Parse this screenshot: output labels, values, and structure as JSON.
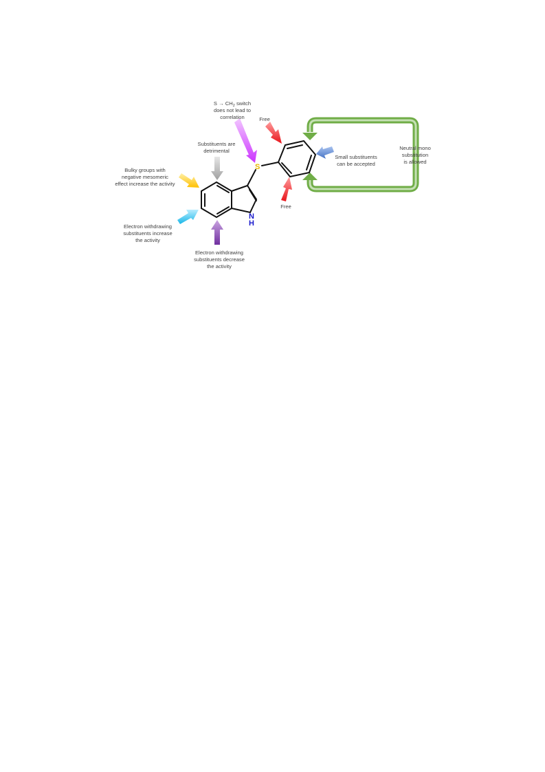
{
  "atoms": {
    "sulfur": "S",
    "nh_n": "N",
    "nh_h": "H"
  },
  "annotations": {
    "s_switch": {
      "prefix": "S → CH",
      "subscript": "2",
      "suffix": " switch",
      "line2": "does not lead to",
      "line3": "correlation"
    },
    "free_top": "Free",
    "free_bottom": "Free",
    "detrimental": [
      "Substituents are",
      "detrimental"
    ],
    "bulky": [
      "Bulky groups with",
      "negative mesomeric",
      "effect increase the activity"
    ],
    "ewg_increase": [
      "Electron withdrawing",
      "substituents increase",
      "the activity"
    ],
    "ewg_decrease": [
      "Electron withdrawing",
      "substituents decrease",
      "the activity"
    ],
    "small": [
      "Small substituents",
      "can be accepted"
    ],
    "neutral": [
      "Neutral mono",
      "substitution",
      "is allowed"
    ]
  },
  "colors": {
    "bond": "#111111",
    "sulfur": "#e6b800",
    "nitrogen": "#1a1acc",
    "magenta_arrow": "#cc33ff",
    "red_arrow": "#e8141a",
    "grey_arrow": "#a6a6a6",
    "yellow_arrow": "#ffc000",
    "cyan_arrow": "#19b7e8",
    "purple_arrow": "#7030a0",
    "blue_arrow": "#4472c4",
    "green_loop": "#70ad47"
  }
}
